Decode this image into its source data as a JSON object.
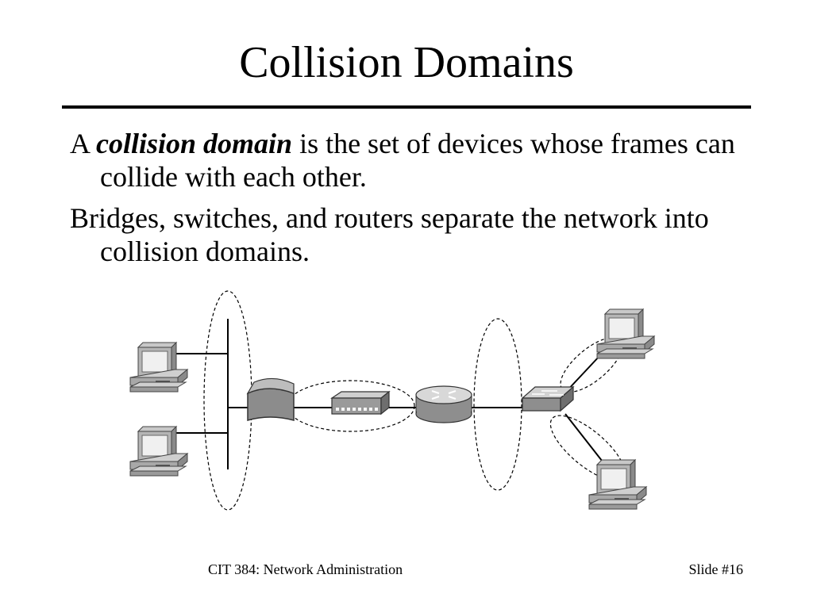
{
  "slide": {
    "title": "Collision Domains",
    "bullets": [
      {
        "prefix": "A ",
        "term": "collision domain",
        "rest": " is the set of devices whose frames can collide with each other."
      },
      {
        "text": "Bridges, switches, and routers separate the network into collision domains."
      }
    ],
    "footer": {
      "course": "CIT 384: Network Administration",
      "slide_number": "Slide #16"
    }
  },
  "diagram": {
    "devices": [
      "workstation-icon",
      "workstation-icon",
      "bridge-icon",
      "switch-icon",
      "router-icon",
      "multilayer-switch-icon",
      "workstation-icon",
      "workstation-icon"
    ]
  }
}
